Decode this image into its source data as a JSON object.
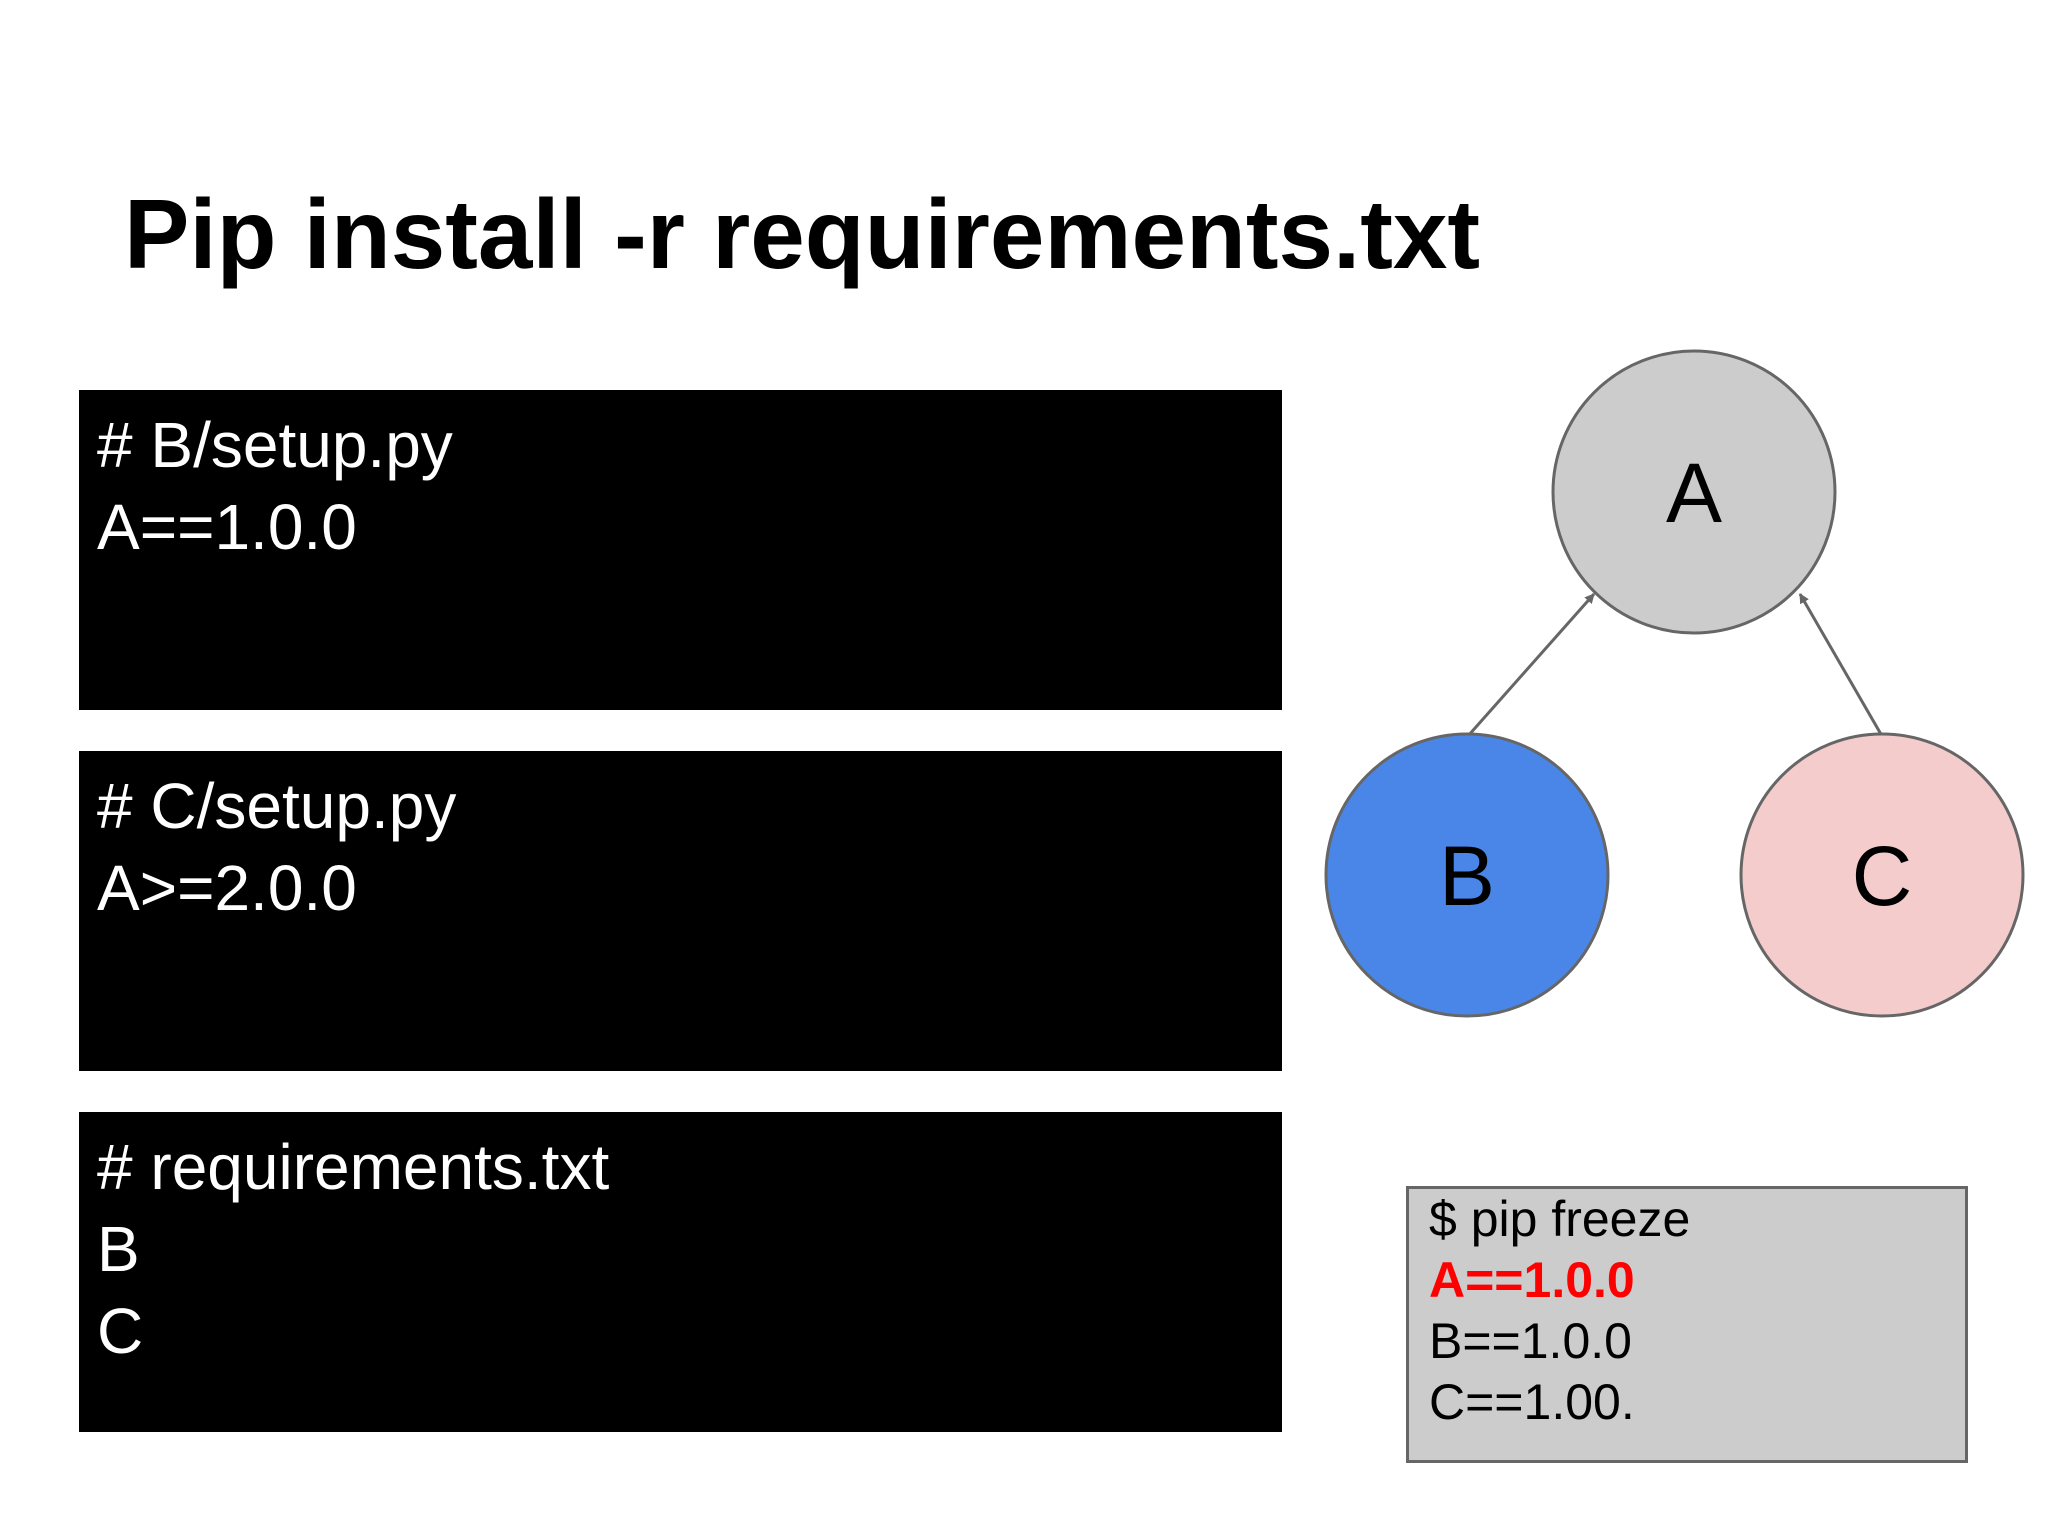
{
  "title": "Pip install -r requirements.txt",
  "code_boxes": [
    {
      "lines": [
        "# B/setup.py",
        "A==1.0.0"
      ]
    },
    {
      "lines": [
        "# C/setup.py",
        "A>=2.0.0"
      ]
    },
    {
      "lines": [
        "# requirements.txt",
        "B",
        "C"
      ]
    }
  ],
  "graph": {
    "nodes": [
      {
        "id": "A",
        "label": "A",
        "color": "#cccccc"
      },
      {
        "id": "B",
        "label": "B",
        "color": "#4a86e8"
      },
      {
        "id": "C",
        "label": "C",
        "color": "#f4cccc"
      }
    ],
    "edges": [
      {
        "from": "B",
        "to": "A"
      },
      {
        "from": "C",
        "to": "A"
      }
    ],
    "stroke_color": "#666666"
  },
  "freeze": {
    "command": "$ pip freeze",
    "lines": [
      {
        "text": "A==1.0.0",
        "highlight": true
      },
      {
        "text": "B==1.0.0",
        "highlight": false
      },
      {
        "text": "C==1.00.",
        "highlight": false
      }
    ],
    "highlight_color": "#ff0000"
  }
}
